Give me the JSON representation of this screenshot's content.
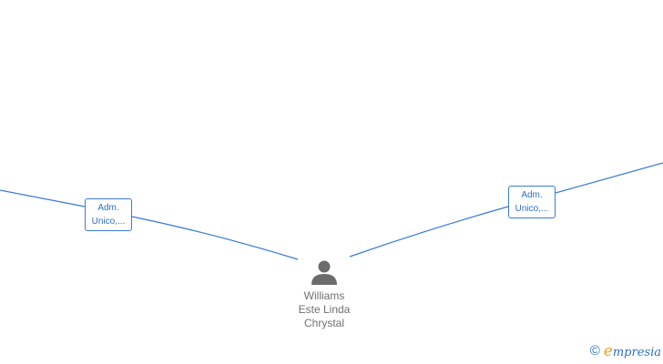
{
  "diagram": {
    "colors": {
      "edge": "#3a7bd5",
      "role_border": "#3a7bd5",
      "role_text": "#2a6fc9",
      "person_icon": "#6b6b6b",
      "person_text": "#707070"
    },
    "roles": [
      {
        "line1": "Adm.",
        "line2": "Unico,..."
      },
      {
        "line1": "Adm.",
        "line2": "Unico,..."
      }
    ],
    "person": {
      "icon": "person-icon",
      "name_lines": [
        "Williams",
        "Este Linda",
        "Chrystal"
      ]
    }
  },
  "footer": {
    "copyright_symbol": "©",
    "brand_first_letter": "e",
    "brand_rest": "mpresia",
    "brand_colors": {
      "accent": "#f0a020",
      "main": "#2a6fc9"
    }
  }
}
